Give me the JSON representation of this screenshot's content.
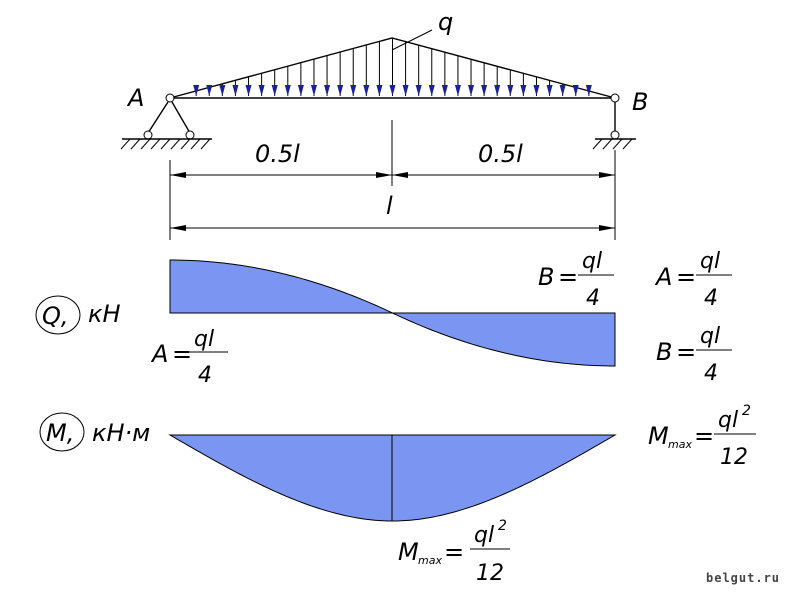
{
  "colors": {
    "diagram_fill": "#7b96f2",
    "load_arrow": "#1a1f9a",
    "line": "#000000"
  },
  "load": {
    "label": "q"
  },
  "supports": {
    "left": "A",
    "right": "B"
  },
  "dimensions": {
    "left_half": "0.5l",
    "right_half": "0.5l",
    "span": "l"
  },
  "shear": {
    "axis_symbol": "Q,",
    "axis_unit": "кН",
    "left_value": {
      "name": "A",
      "eq": "=",
      "num": "ql",
      "den": "4"
    },
    "right_value": {
      "name": "B",
      "eq": "=",
      "num": "ql",
      "den": "4"
    }
  },
  "moment": {
    "axis_symbol": "M,",
    "axis_unit": "кН·м",
    "max_value": {
      "name": "M",
      "sub": "max",
      "eq": "=",
      "num": "ql",
      "exp": "2",
      "den": "12"
    }
  },
  "reactions": [
    {
      "name": "A",
      "eq": "=",
      "num": "ql",
      "den": "4"
    },
    {
      "name": "B",
      "eq": "=",
      "num": "ql",
      "den": "4"
    }
  ],
  "moment_max_side": {
    "name": "M",
    "sub": "max",
    "eq": "=",
    "num": "ql",
    "exp": "2",
    "den": "12"
  },
  "watermark": "belgut.ru"
}
